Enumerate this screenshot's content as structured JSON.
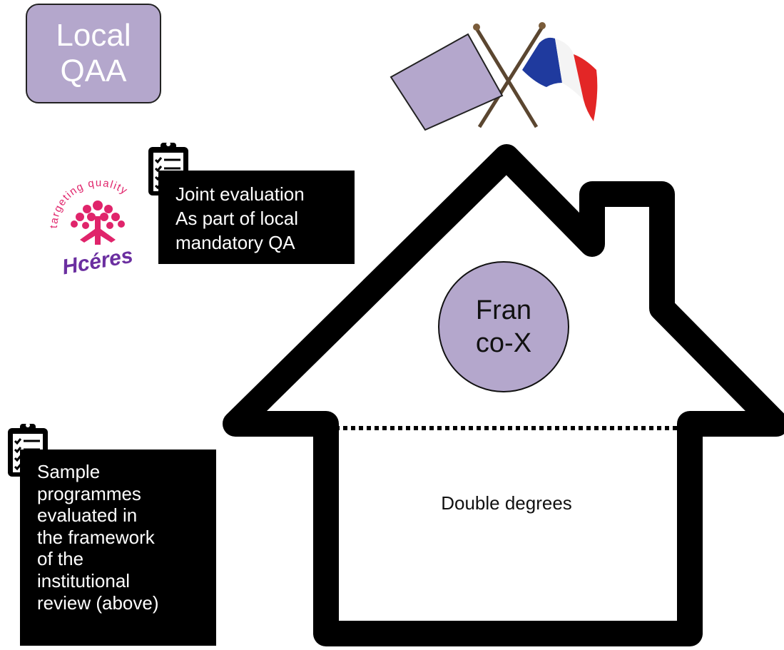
{
  "local_qaa": {
    "line1": "Local",
    "line2": "QAA"
  },
  "logo": {
    "tagline": "targeting quality",
    "name": "Hcéres"
  },
  "joint_evaluation": {
    "lines": [
      "Joint evaluation",
      "As part of local",
      "mandatory QA"
    ]
  },
  "sample_programmes": {
    "lines": [
      "Sample",
      "programmes",
      "evaluated in",
      "the framework",
      "of the",
      "institutional",
      "review (above)"
    ]
  },
  "house": {
    "circle_line1": "Fran",
    "circle_line2": "co-X",
    "inner_label": "Double degrees"
  },
  "icons": [
    "clipboard-icon",
    "crossed-flags-icon",
    "house-outline",
    "tree-logo-icon"
  ],
  "colors": {
    "lavender": "#b4a7cc",
    "black": "#000000",
    "logo_pink": "#e0246b",
    "logo_purple": "#6b2fa0",
    "flag_blue": "#1f3a9e",
    "flag_white": "#ffffff",
    "flag_red": "#e32626"
  }
}
